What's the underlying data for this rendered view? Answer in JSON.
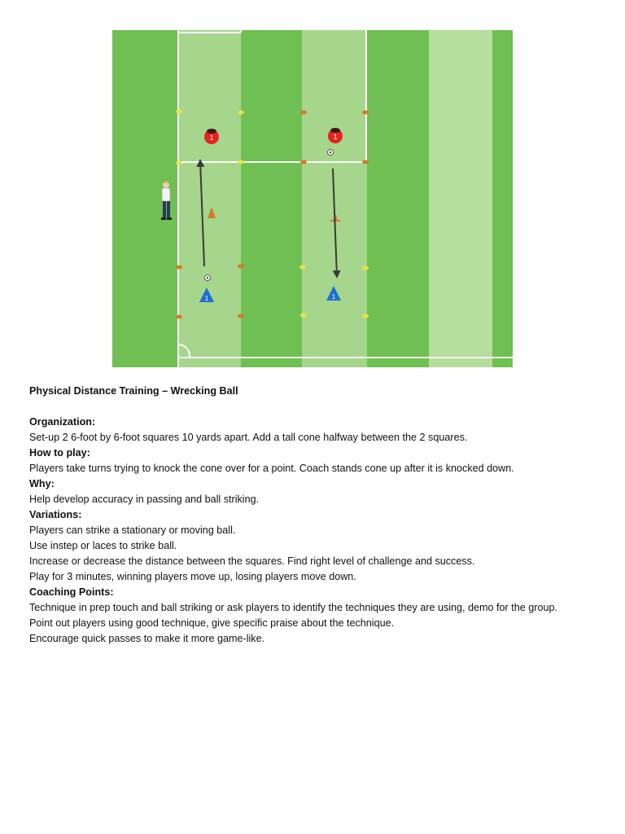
{
  "diagram": {
    "colors": {
      "grass_dark": "#6fbf52",
      "grass_light": "#a6d68c",
      "grass_lightest": "#b6de9c",
      "line": "#ffffff",
      "player_red": "#e8231c",
      "player_blue": "#1e6fd0",
      "cone_yellow": "#e8e24a",
      "cone_orange": "#d9772a",
      "arrow": "#3a3a3a"
    },
    "player_labels": {
      "top_left": "1",
      "top_right": "1",
      "bottom_left": "1",
      "bottom_right": "1"
    },
    "icons": [
      "player-red-icon",
      "player-blue-icon",
      "ball-icon",
      "coach-icon",
      "flat-cone-icon",
      "tall-cone-icon",
      "arrow-icon"
    ]
  },
  "document": {
    "title": "Physical Distance Training – Wrecking Ball",
    "organization": {
      "heading": "Organization:",
      "lines": [
        "Set-up 2 6-foot by 6-foot squares 10 yards apart.  Add a tall cone halfway between the 2 squares."
      ]
    },
    "how_to_play": {
      "heading": "How to play:",
      "lines": [
        "Players take turns trying to knock the cone over for a point.  Coach stands cone up after it is knocked down."
      ]
    },
    "why": {
      "heading": "Why:",
      "lines": [
        "Help develop accuracy in passing and ball striking."
      ]
    },
    "variations": {
      "heading": "Variations:",
      "lines": [
        "Players can strike a stationary or moving ball.",
        "Use instep or laces to strike ball.",
        "Increase or decrease the distance between the squares.  Find right level of challenge and success.",
        "Play for 3 minutes, winning players move up, losing players move down."
      ]
    },
    "coaching_points": {
      "heading": "Coaching Points:",
      "lines": [
        "Technique in prep touch and ball striking or ask players to identify the techniques they are using, demo for the group.",
        "Point out players using good technique, give specific praise about the technique.",
        "Encourage quick passes to make it more game-like."
      ]
    }
  }
}
